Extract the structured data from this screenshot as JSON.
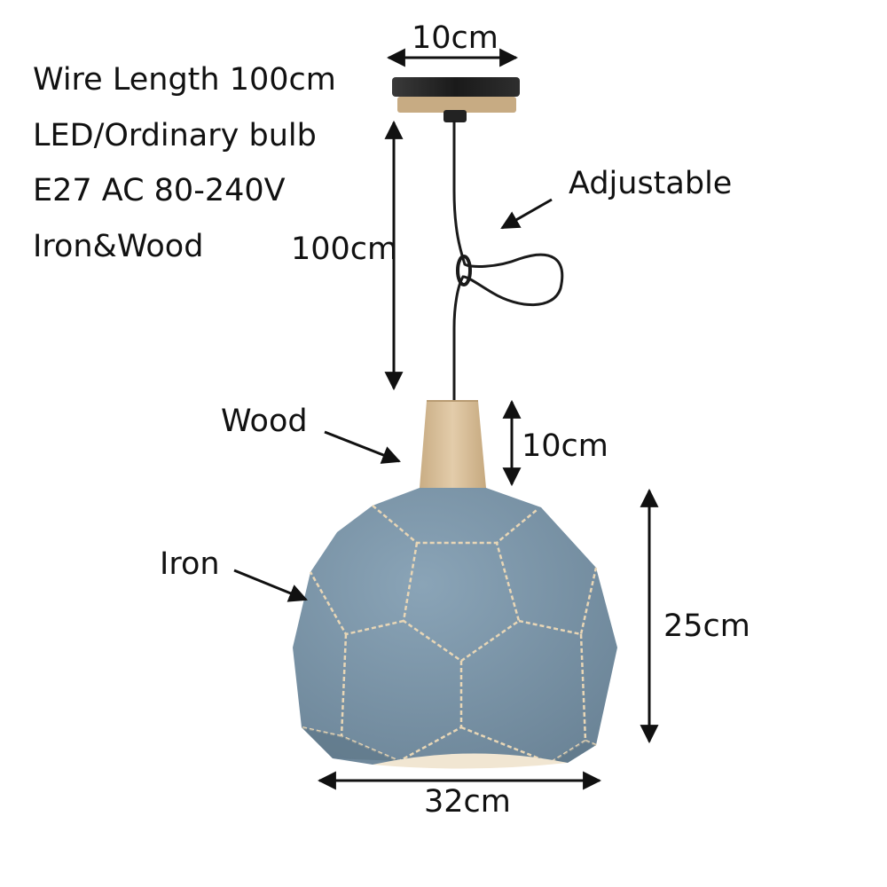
{
  "specs": {
    "wire_length": "Wire Length 100cm",
    "bulb": "LED/Ordinary bulb",
    "socket_voltage": "E27 AC 80-240V",
    "material": "Iron&Wood"
  },
  "dimensions": {
    "canopy_width": "10cm",
    "wire_drop": "100cm",
    "wood_height": "10cm",
    "shade_height": "25cm",
    "shade_width": "32cm"
  },
  "callouts": {
    "adjustable": "Adjustable",
    "wood": "Wood",
    "iron": "Iron"
  },
  "colors": {
    "shade": "#7d98ab",
    "shade_dark": "#5c7486",
    "wood": "#d9c09a",
    "canopy": "#1f1f1f",
    "text": "#111111"
  }
}
